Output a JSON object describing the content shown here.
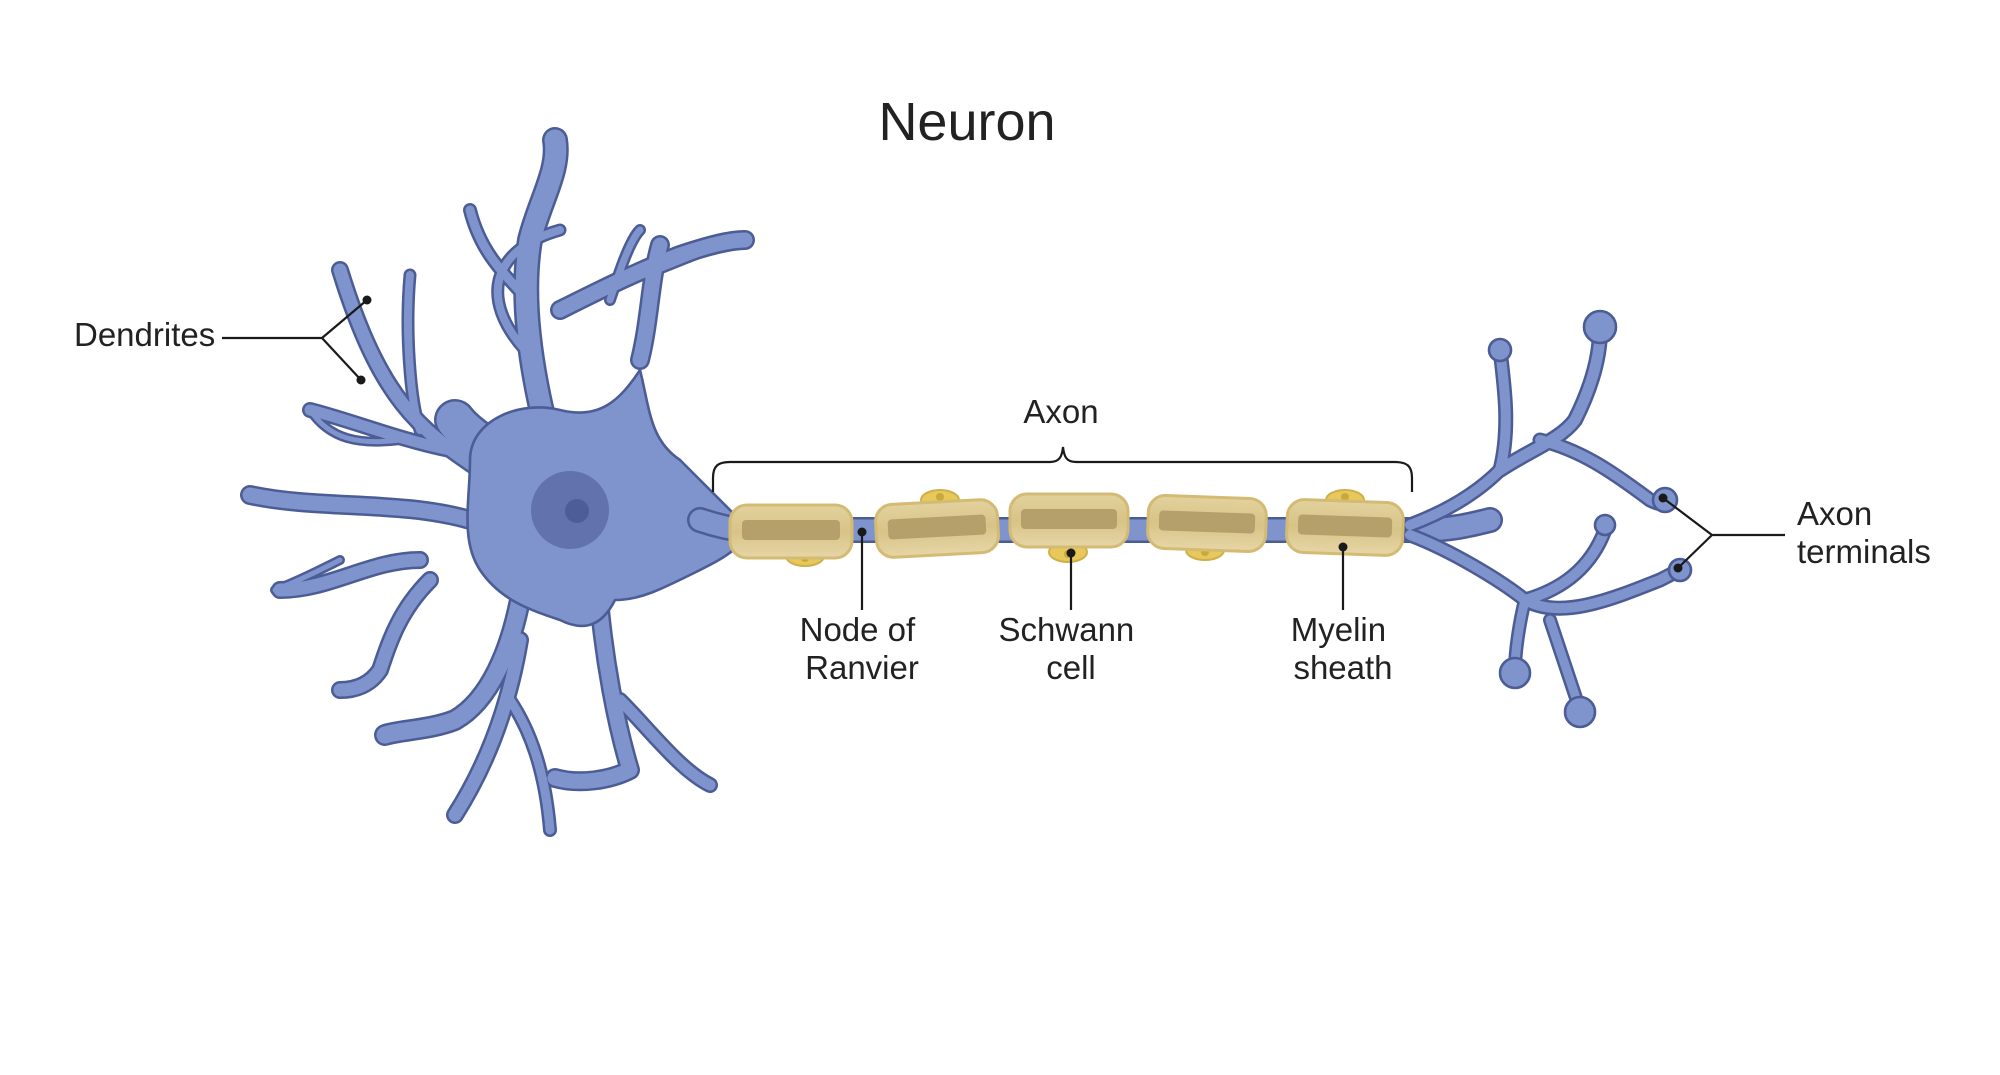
{
  "title": "Neuron",
  "labels": {
    "dendrites": "Dendrites",
    "axon": "Axon",
    "node_of_ranvier": [
      "Node of",
      "Ranvier"
    ],
    "schwann_cell": [
      "Schwann",
      "cell"
    ],
    "myelin_sheath": [
      "Myelin",
      "sheath"
    ],
    "axon_terminals": [
      "Axon",
      "terminals"
    ]
  },
  "colors": {
    "neuron_fill": "#7f93cc",
    "neuron_outline": "#4c5c95",
    "nucleus": "#6272ad",
    "nucleolus": "#4e5d96",
    "myelin": "#d8c387",
    "myelin_band": "#b5a06b",
    "schwann_nucleus": "#e8c85a",
    "text": "#222222"
  }
}
